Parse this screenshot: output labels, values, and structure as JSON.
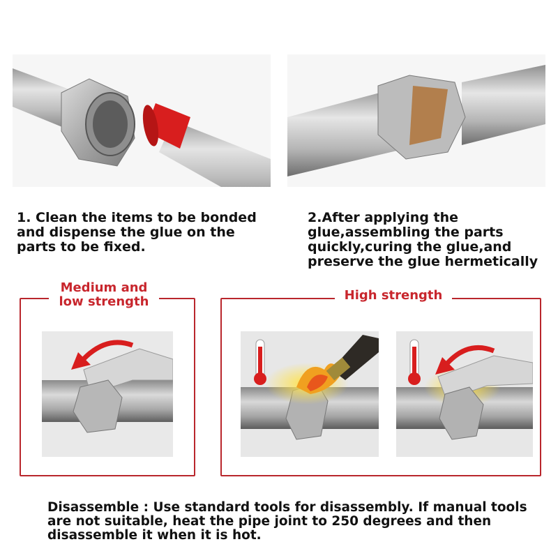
{
  "steps": [
    {
      "text": "1. Clean the items to be bonded and dispense the glue on the parts to be fixed."
    },
    {
      "text": "2.After applying the glue,assembling the parts quickly,curing the glue,and preserve the glue hermetically"
    }
  ],
  "sections": {
    "medium": {
      "label_line1": "Medium and",
      "label_line2": "low strength"
    },
    "high": {
      "label": "High strength"
    }
  },
  "bottom": {
    "text": "Disassemble : Use standard tools for disassembly.  If manual tools are not suitable, heat the pipe joint to 250 degrees and then disassemble it when it is hot."
  },
  "colors": {
    "accent": "#c8262d",
    "glue": "#d81e1e",
    "heat": "#f2c200"
  },
  "icons": [
    "thermometer-icon",
    "torch-icon",
    "wrench-icon",
    "arrow-icon"
  ]
}
